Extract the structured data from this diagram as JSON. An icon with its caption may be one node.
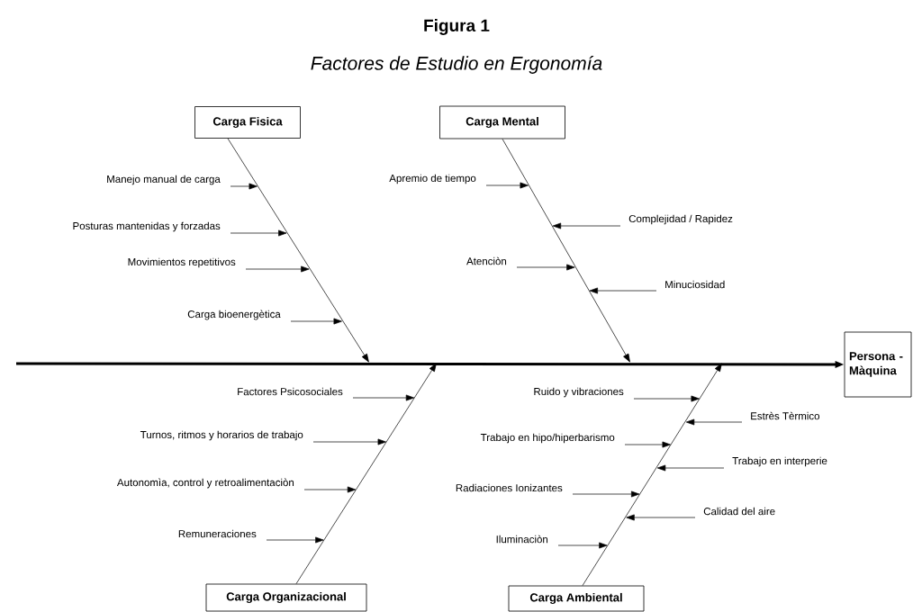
{
  "diagram": {
    "title": "Figura 1",
    "caption": "Factores de Estudio en Ergonomía",
    "nodes": [
      {
        "text": [
          "Carga Fisica"
        ]
      },
      {
        "text": [
          "Carga Mental"
        ]
      },
      {
        "text": [
          "Manejo manual de carga"
        ]
      },
      {
        "text": [
          "Posturas mantenidas y forzadas"
        ]
      },
      {
        "text": [
          "Movimientos repetitivos"
        ]
      },
      {
        "text": [
          "Carga bioenergètica"
        ]
      },
      {
        "text": [
          "Apremio de tiempo"
        ]
      },
      {
        "text": [
          "Complejidad / Rapidez"
        ]
      },
      {
        "text": [
          "Atenciòn"
        ]
      },
      {
        "text": [
          "Minuciosidad"
        ]
      },
      {
        "text": [
          "Persona - Màquina"
        ]
      },
      {
        "text": [
          "Factores Psicosociales"
        ]
      },
      {
        "text": [
          "Ruido y vibraciones"
        ]
      },
      {
        "text": [
          "Estrès Tèrmico"
        ]
      },
      {
        "text": [
          "Turnos, ritmos y horarios de trabajo"
        ]
      },
      {
        "text": [
          "Trabajo en hipo/hiperbarismo"
        ]
      },
      {
        "text": [
          "Trabajo en interperie"
        ]
      },
      {
        "text": [
          "Autonomìa, control y retroalimentaciòn"
        ]
      },
      {
        "text": [
          "Radiaciones Ionizantes"
        ]
      },
      {
        "text": [
          "Calidad del aire"
        ]
      },
      {
        "text": [
          "Remuneraciones"
        ]
      },
      {
        "text": [
          "Iluminaciòn"
        ]
      },
      {
        "text": [
          "Carga Organizacional"
        ]
      },
      {
        "text": [
          "Carga Ambiental"
        ]
      }
    ],
    "edges": [
      {
        "from": null,
        "to": 10,
        "arrow": "to",
        "style": "thick"
      },
      {
        "from": 0,
        "to": null,
        "arrow": "to"
      },
      {
        "from": 1,
        "to": null,
        "arrow": "to"
      },
      {
        "from": 22,
        "to": null,
        "arrow": "to"
      },
      {
        "from": 23,
        "to": null,
        "arrow": "to"
      },
      {
        "from": 2,
        "to": null,
        "arrow": "to"
      },
      {
        "from": 3,
        "to": null,
        "arrow": "to"
      },
      {
        "from": 4,
        "to": null,
        "arrow": "to"
      },
      {
        "from": 5,
        "to": null,
        "arrow": "to"
      },
      {
        "from": 6,
        "to": null,
        "arrow": "to"
      },
      {
        "from": 7,
        "to": null,
        "arrow": "to"
      },
      {
        "from": 8,
        "to": null,
        "arrow": "to"
      },
      {
        "from": 9,
        "to": null,
        "arrow": "to"
      },
      {
        "from": 11,
        "to": null,
        "arrow": "to"
      },
      {
        "from": 14,
        "to": null,
        "arrow": "to"
      },
      {
        "from": 17,
        "to": null,
        "arrow": "to"
      },
      {
        "from": 20,
        "to": null,
        "arrow": "to"
      },
      {
        "from": 12,
        "to": null,
        "arrow": "to"
      },
      {
        "from": 13,
        "to": null,
        "arrow": "to"
      },
      {
        "from": 15,
        "to": null,
        "arrow": "to"
      },
      {
        "from": 16,
        "to": null,
        "arrow": "to"
      },
      {
        "from": 18,
        "to": null,
        "arrow": "to"
      },
      {
        "from": 19,
        "to": null,
        "arrow": "to"
      },
      {
        "from": 21,
        "to": null,
        "arrow": "to"
      }
    ]
  }
}
